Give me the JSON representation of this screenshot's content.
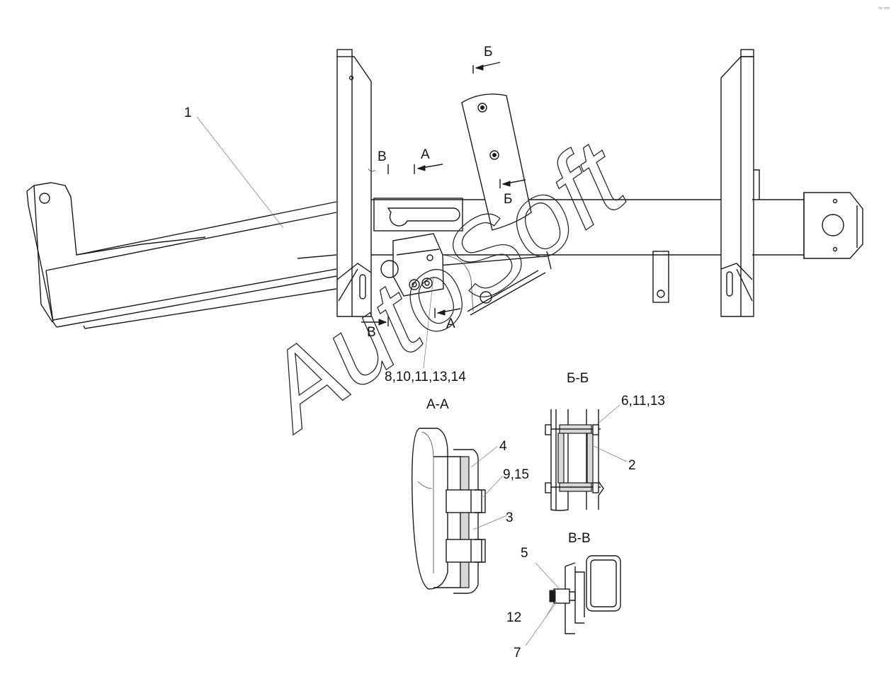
{
  "watermark": "AutoSoft",
  "corner_mark": "⁰⁰ ⁰⁰⁰",
  "part_labels": {
    "frame": "1",
    "p2": "2",
    "p3": "3",
    "p4": "4",
    "p5": "5",
    "p7": "7",
    "p12": "12",
    "p9_15": "9,15",
    "p6_11_13": "6,11,13",
    "p8_group": "8,10,11,13,14"
  },
  "section_marks": {
    "a_top": "А",
    "a_bottom": "А",
    "b_top": "Б",
    "b_bottom": "Б",
    "v_top": "В",
    "v_bottom": "В"
  },
  "section_titles": {
    "aa": "А-А",
    "bb": "Б-Б",
    "vv": "В-В"
  }
}
